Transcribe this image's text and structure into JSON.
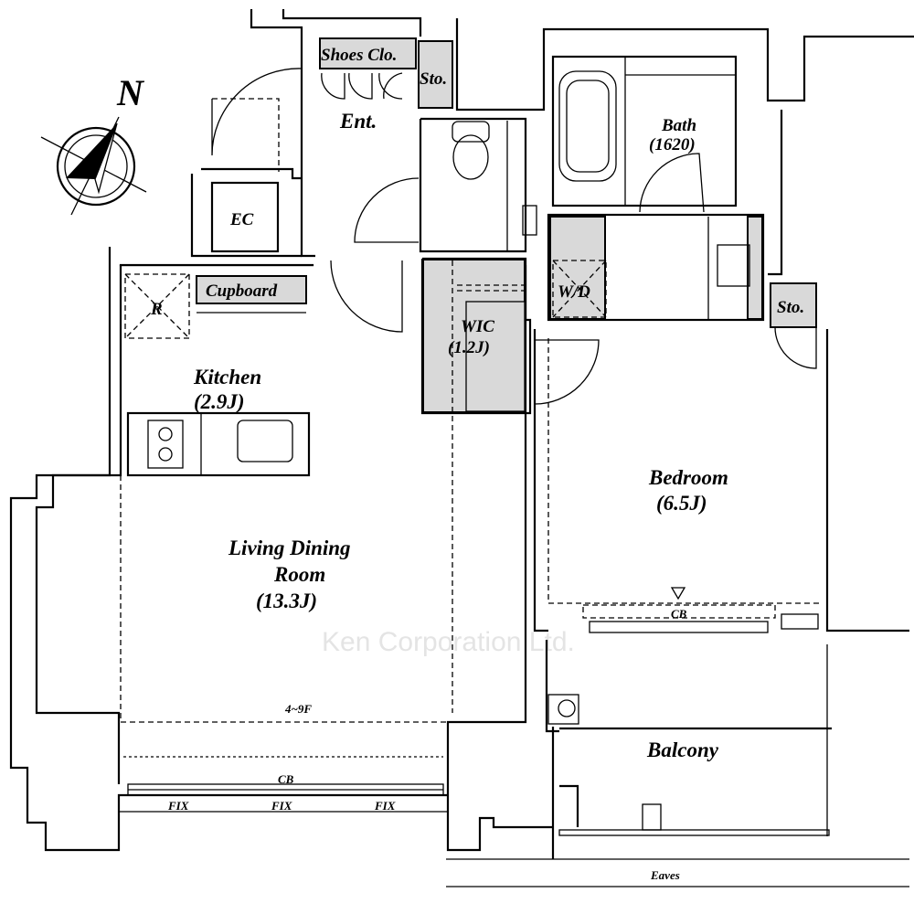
{
  "compass": {
    "north": "N"
  },
  "rooms": {
    "shoes_closet": "Shoes Clo.",
    "storage_entrance": "Sto.",
    "entrance": "Ent.",
    "ec": "EC",
    "refrigerator": "R",
    "cupboard": "Cupboard",
    "bath": "Bath",
    "bath_size": "(1620)",
    "washer_dryer": "W/D",
    "storage_bedroom": "Sto.",
    "wic": "WIC",
    "wic_size": "(1.2J)",
    "kitchen": "Kitchen",
    "kitchen_size": "(2.9J)",
    "living_line1": "Living Dining",
    "living_line2": "Room",
    "living_size": "(13.3J)",
    "bedroom": "Bedroom",
    "bedroom_size": "(6.5J)",
    "balcony": "Balcony",
    "eaves": "Eaves"
  },
  "annotations": {
    "cb_bedroom": "CB",
    "cb_living": "CB",
    "floors_note": "4~9F",
    "fix_1": "FIX",
    "fix_2": "FIX",
    "fix_3": "FIX"
  },
  "watermark": "Ken Corporation Ltd."
}
